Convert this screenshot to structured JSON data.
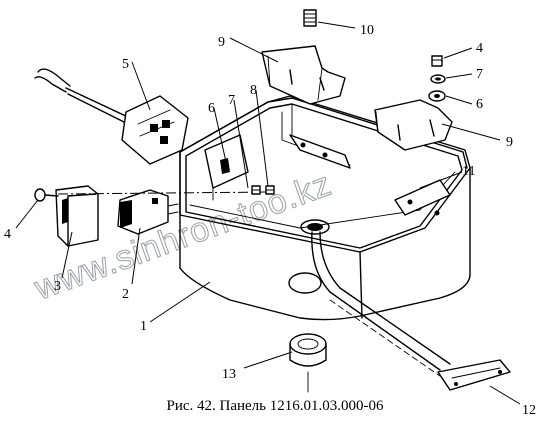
{
  "watermark": "www.sinhron-too.kz",
  "caption": "Рис. 42. Панель 1216.01.03.000-06",
  "callouts": {
    "c1": "1",
    "c2": "2",
    "c3": "3",
    "c4_left": "4",
    "c4_right": "4",
    "c5": "5",
    "c6_inner": "6",
    "c6_right": "6",
    "c7_inner": "7",
    "c7_right": "7",
    "c8": "8",
    "c9_top": "9",
    "c9_right": "9",
    "c10": "10",
    "c11": "11",
    "c12": "12",
    "c13": "13"
  }
}
